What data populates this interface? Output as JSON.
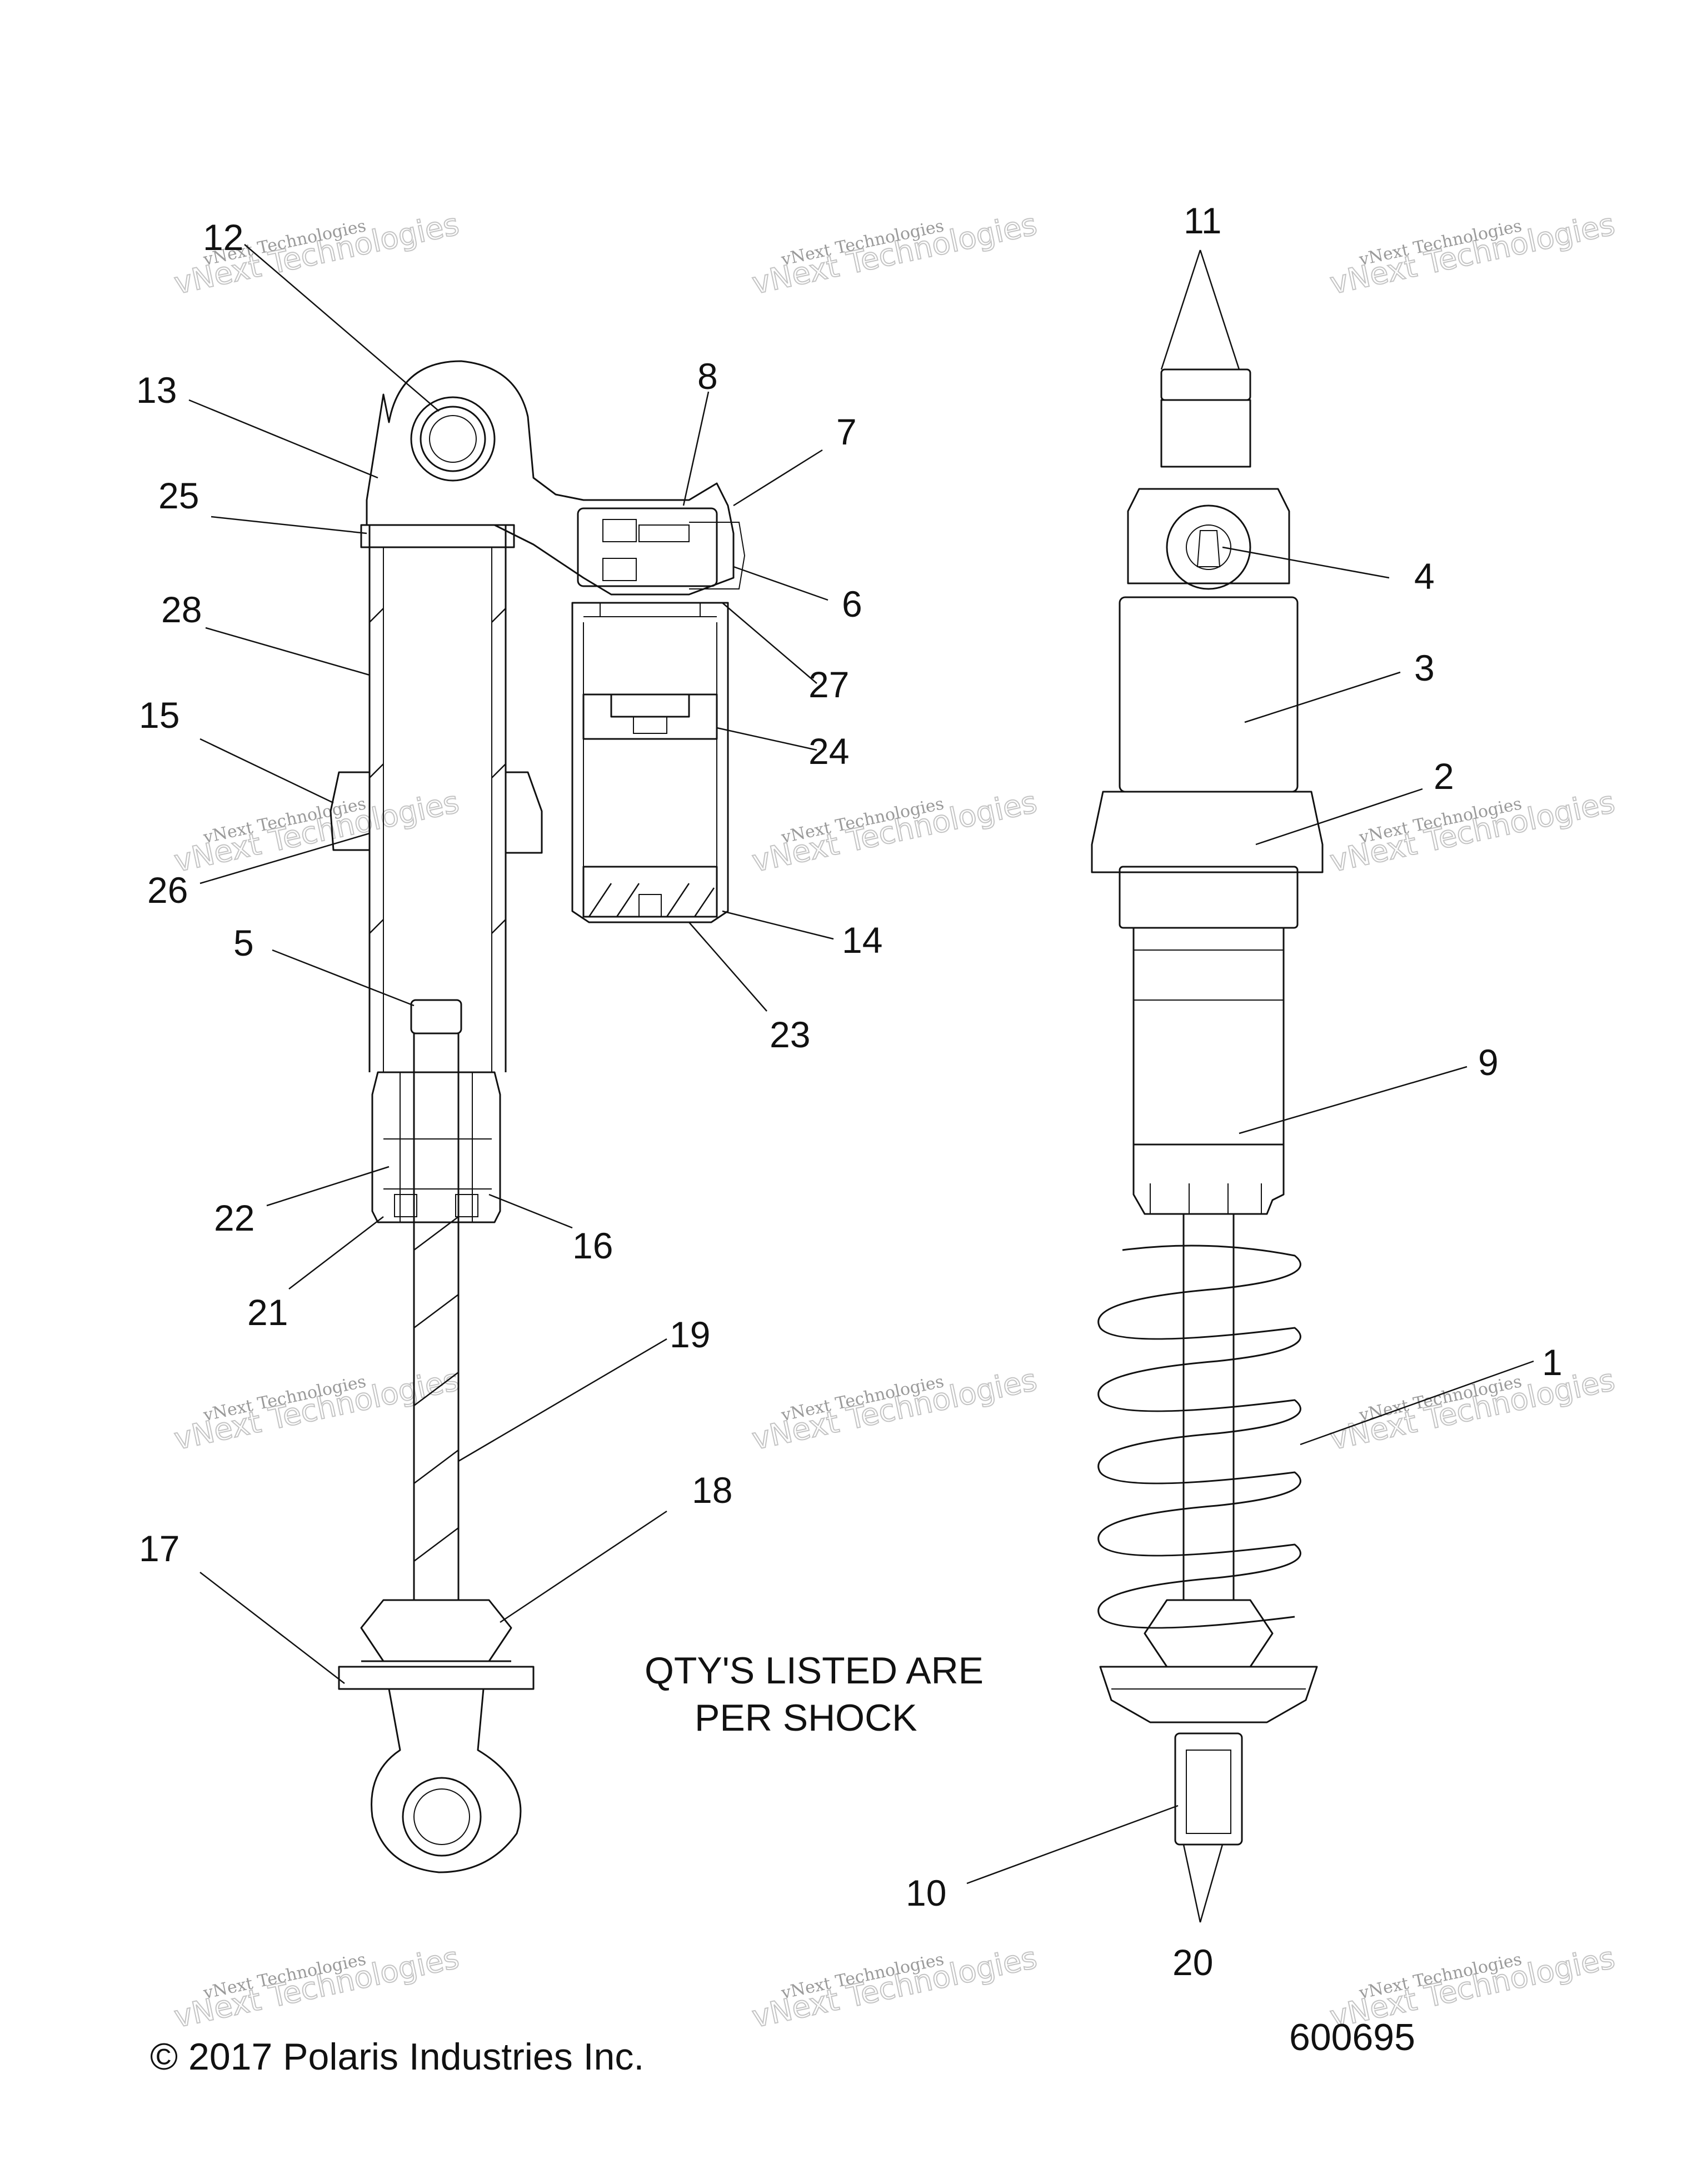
{
  "diagram": {
    "callouts": [
      {
        "id": "11",
        "label": "11"
      },
      {
        "id": "12",
        "label": "12"
      },
      {
        "id": "13",
        "label": "13"
      },
      {
        "id": "8",
        "label": "8"
      },
      {
        "id": "7",
        "label": "7"
      },
      {
        "id": "25",
        "label": "25"
      },
      {
        "id": "4",
        "label": "4"
      },
      {
        "id": "6",
        "label": "6"
      },
      {
        "id": "28",
        "label": "28"
      },
      {
        "id": "27",
        "label": "27"
      },
      {
        "id": "3",
        "label": "3"
      },
      {
        "id": "15",
        "label": "15"
      },
      {
        "id": "24",
        "label": "24"
      },
      {
        "id": "2",
        "label": "2"
      },
      {
        "id": "26",
        "label": "26"
      },
      {
        "id": "14",
        "label": "14"
      },
      {
        "id": "5",
        "label": "5"
      },
      {
        "id": "23",
        "label": "23"
      },
      {
        "id": "9",
        "label": "9"
      },
      {
        "id": "22",
        "label": "22"
      },
      {
        "id": "16",
        "label": "16"
      },
      {
        "id": "21",
        "label": "21"
      },
      {
        "id": "19",
        "label": "19"
      },
      {
        "id": "1",
        "label": "1"
      },
      {
        "id": "18",
        "label": "18"
      },
      {
        "id": "17",
        "label": "17"
      },
      {
        "id": "10",
        "label": "10"
      },
      {
        "id": "20",
        "label": "20"
      }
    ],
    "note_line1": "QTY'S LISTED ARE",
    "note_line2": "PER SHOCK",
    "copyright": "© 2017 Polaris Industries Inc.",
    "diagram_number": "600695",
    "watermark_line1": "vNext Technologies",
    "watermark_line2": "vNext Technologies"
  },
  "colors": {
    "line": "#111111",
    "watermark": "#c4c4c4",
    "background": "#ffffff"
  }
}
